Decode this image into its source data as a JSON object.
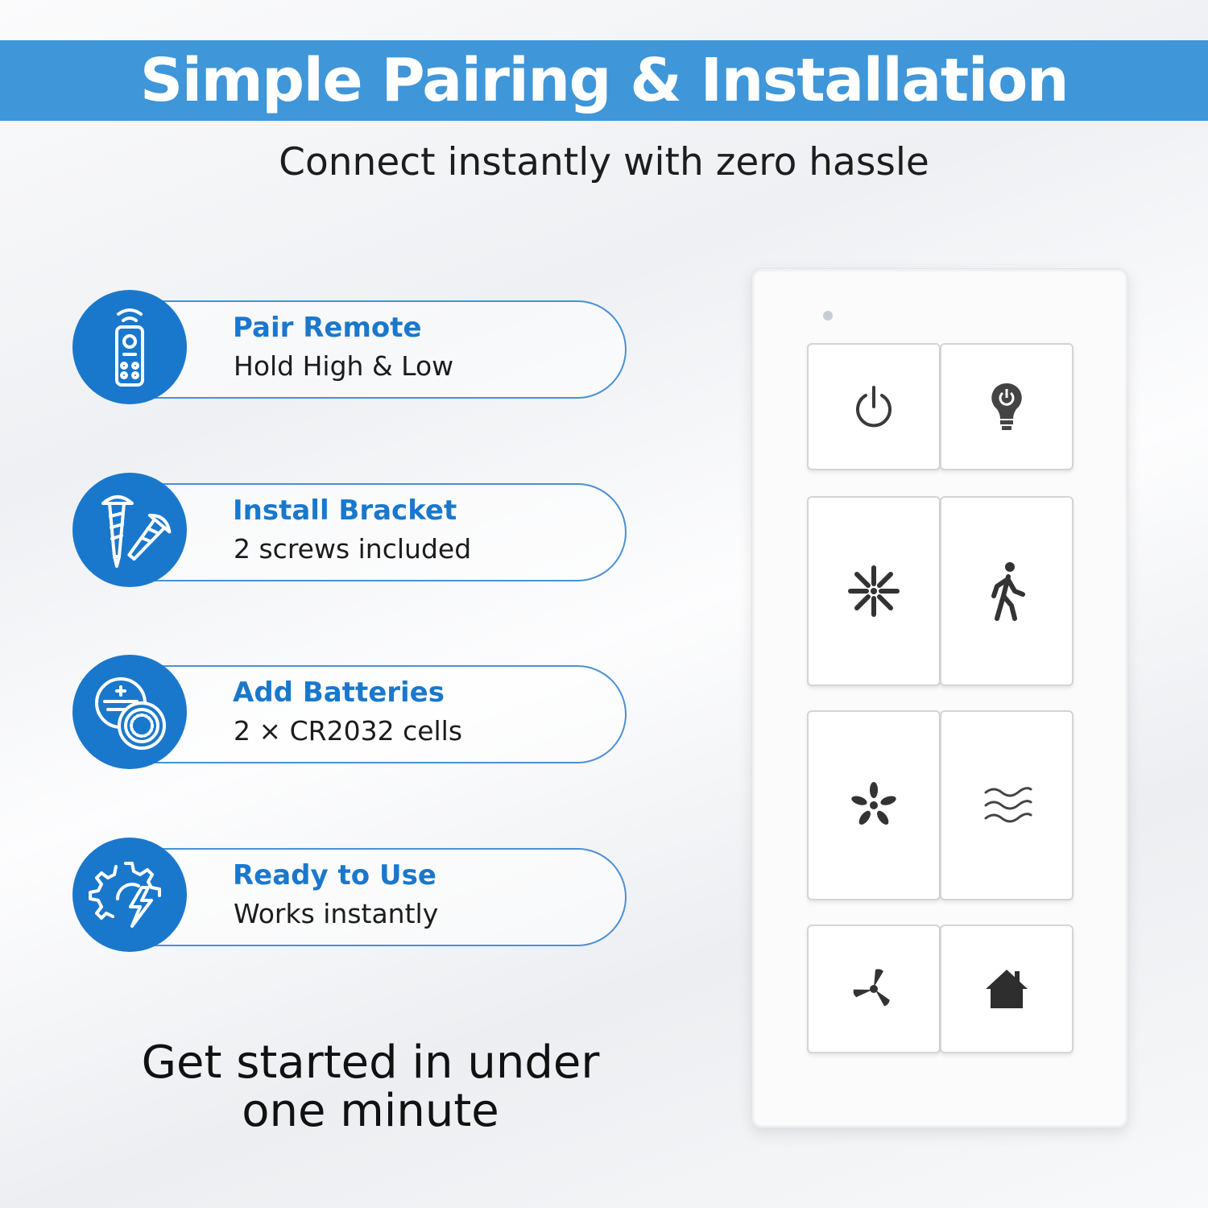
{
  "header": {
    "title": "Simple Pairing & Installation"
  },
  "subtitle": "Connect instantly with zero hassle",
  "steps": [
    {
      "title": "Pair Remote",
      "desc": "Hold High & Low",
      "icon": "remote-control-icon"
    },
    {
      "title": "Install Bracket",
      "desc": "2 screws included",
      "icon": "screws-icon"
    },
    {
      "title": "Add Batteries",
      "desc": "2 × CR2032 cells",
      "icon": "coin-battery-icon"
    },
    {
      "title": "Ready to Use",
      "desc": "Works instantly",
      "icon": "gear-lightning-icon"
    }
  ],
  "footer": {
    "line1": "Get started in under",
    "line2": "one minute"
  },
  "remote": {
    "buttons": [
      "power-icon",
      "light-bulb-icon",
      "fan-high-icon",
      "motion-walk-icon",
      "fan-low-icon",
      "breeze-icon",
      "fan-blade-icon",
      "home-icon"
    ]
  },
  "colors": {
    "banner": "#3f96d9",
    "accent": "#1a78cc",
    "text": "#1d1d1d"
  }
}
